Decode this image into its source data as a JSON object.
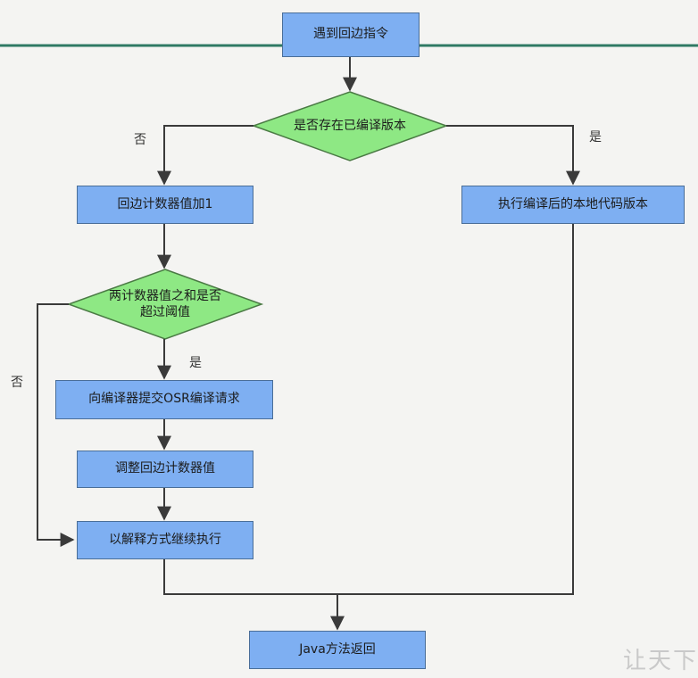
{
  "nodes": {
    "start": "遇到回边指令",
    "has_compiled": "是否存在已编译版本",
    "increment": "回边计数器值加1",
    "threshold_line1": "两计数器值之和是否",
    "threshold_line2": "超过阈值",
    "execute_native": "执行编译后的本地代码版本",
    "submit_osr": "向编译器提交OSR编译请求",
    "adjust": "调整回边计数器值",
    "interpret": "以解释方式继续执行",
    "return": "Java方法返回"
  },
  "edge_labels": {
    "compiled_no": "否",
    "compiled_yes": "是",
    "threshold_yes": "是",
    "threshold_no": "否"
  },
  "watermark": "让天下",
  "colors": {
    "process_fill": "#7eaff2",
    "decision_fill": "#8ee884",
    "line": "#3a3a3a",
    "top_rule": "#2f7a64"
  }
}
